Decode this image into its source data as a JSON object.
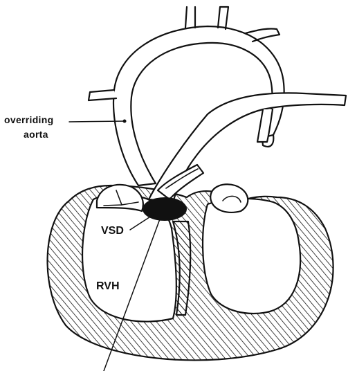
{
  "labels": {
    "overriding": "overriding",
    "aorta": "aorta",
    "vsd": "VSD",
    "rvh": "RVH"
  },
  "colors": {
    "ink": "#111111",
    "paper": "#ffffff"
  }
}
